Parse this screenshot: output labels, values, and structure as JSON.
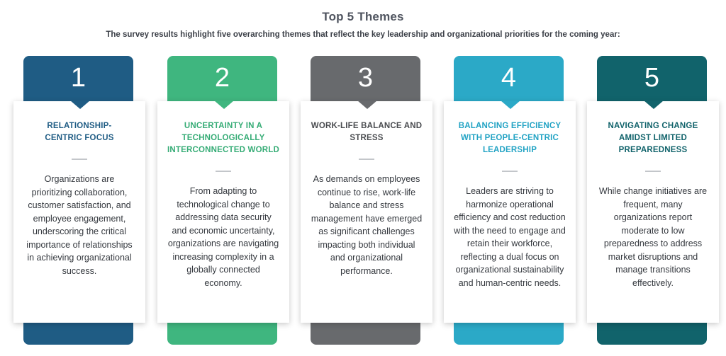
{
  "title": "Top 5 Themes",
  "subtitle": "The survey results highlight five overarching themes that reflect the key leadership and organizational priorities for the coming year:",
  "themes": [
    {
      "number": "1",
      "heading": "RELATIONSHIP-\nCENTRIC FOCUS",
      "body": "Organizations are prioritizing collaboration, customer satisfaction, and employee engagement, underscoring the critical importance of relationships in achieving organizational success.",
      "color": "#1f5c84",
      "heading_color": "#1f5c84"
    },
    {
      "number": "2",
      "heading": "UNCERTAINTY IN A TECHNOLOGICALLY INTERCONNECTED WORLD",
      "body": "From adapting to technological change to addressing data security and economic uncertainty, organizations are navigating increasing complexity in a globally connected economy.",
      "color": "#3fb67f",
      "heading_color": "#36ac76"
    },
    {
      "number": "3",
      "heading": "WORK-LIFE BALANCE AND STRESS",
      "body": "As demands on employees continue to rise, work-life balance and stress management have emerged as significant challenges impacting both individual and organizational performance.",
      "color": "#686a6d",
      "heading_color": "#4a4c50"
    },
    {
      "number": "4",
      "heading": "BALANCING EFFICIENCY WITH PEOPLE-CENTRIC LEADERSHIP",
      "body": "Leaders are striving to harmonize operational efficiency and cost reduction with the need to engage and retain their workforce, reflecting a dual focus on organizational sustainability and human-centric needs.",
      "color": "#2ba9c7",
      "heading_color": "#22a3c4"
    },
    {
      "number": "5",
      "heading": "NAVIGATING CHANGE AMIDST LIMITED PREPAREDNESS",
      "body": "While change initiatives are frequent, many organizations report moderate to low preparedness to address market disruptions and manage transitions effectively.",
      "color": "#11636b",
      "heading_color": "#11636b"
    }
  ]
}
